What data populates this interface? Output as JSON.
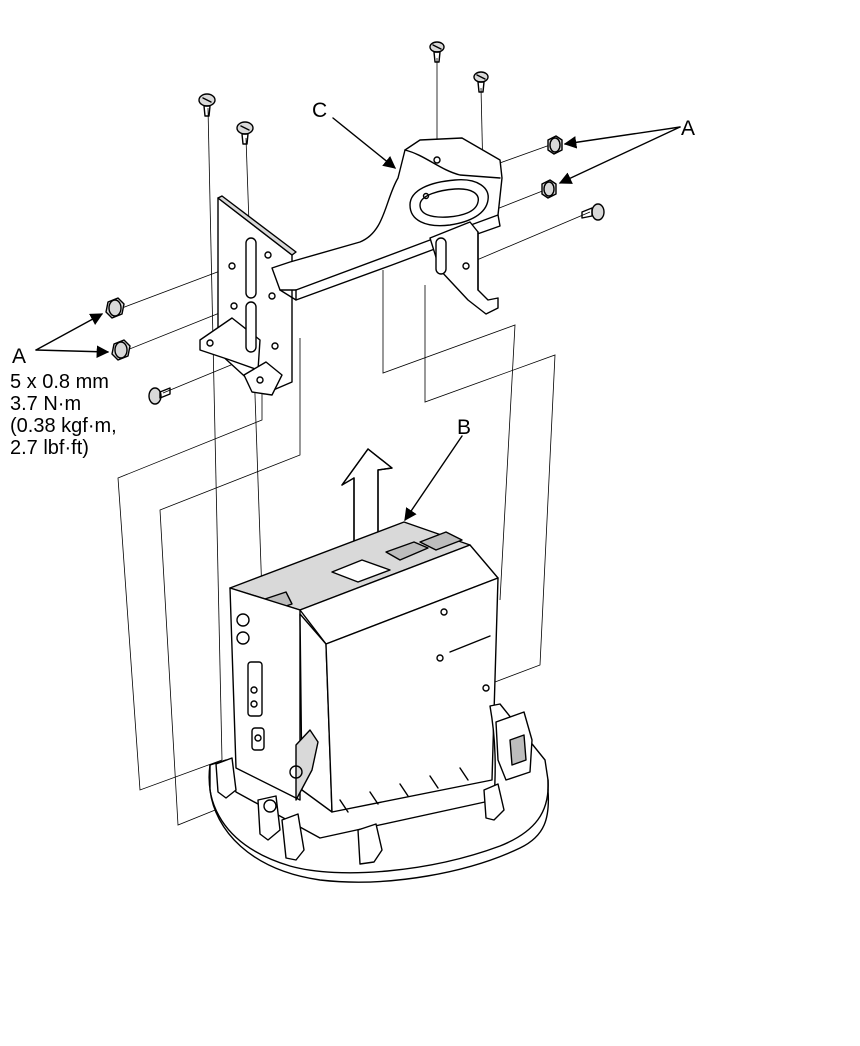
{
  "labels": {
    "c": "C",
    "a_right": "A",
    "a_left": "A",
    "b": "B"
  },
  "spec": {
    "line1": "5 x 0.8 mm",
    "line2": "3.7 N·m",
    "line3": "(0.38 kgf·m,",
    "line4": "2.7 lbf·ft)"
  }
}
